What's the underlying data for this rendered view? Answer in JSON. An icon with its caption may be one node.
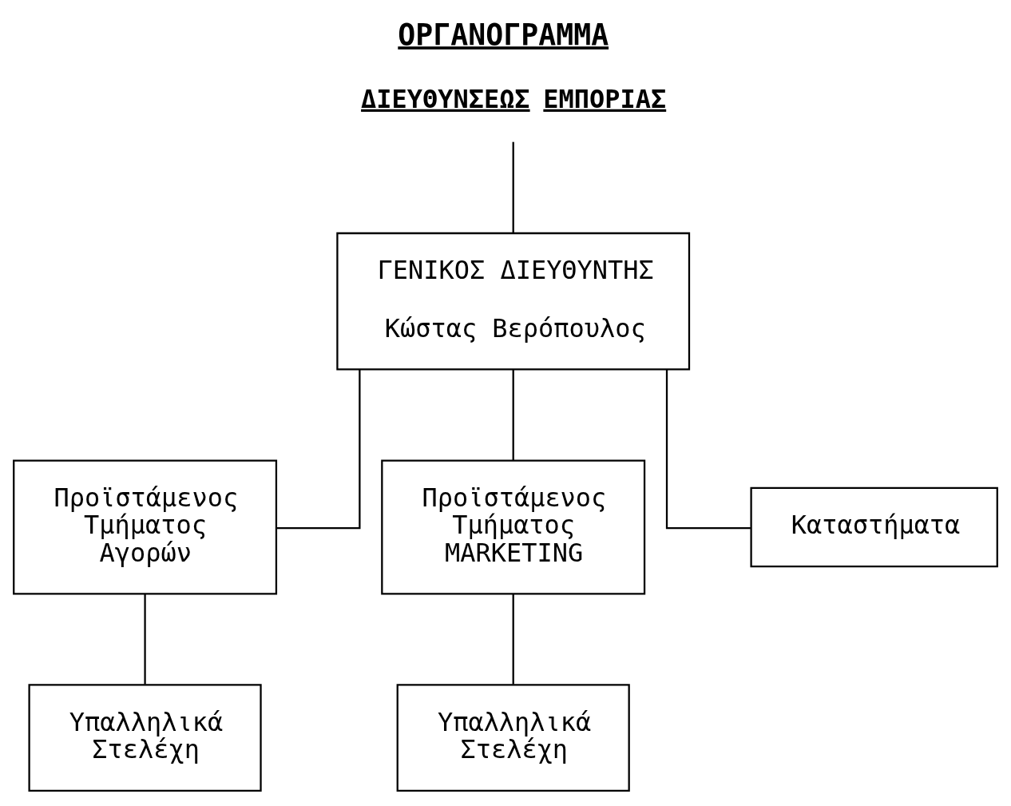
{
  "diagram": {
    "title": "ΟΡΓΑΝΟΓΡΑΜΜΑ",
    "nodes": [
      {
        "text": [
          "ΔΙΕΥΘΥΝΣΕΩΣ ΕΜΠΟΡΙΑΣ"
        ]
      },
      {
        "text": [
          "ΓΕΝΙΚΟΣ ΔΙΕΥΘΥΝΤΗΣ",
          "Κώστας Βερόπουλος"
        ]
      },
      {
        "text": [
          "Προϊστάμενος Τμήματος Αγορών"
        ]
      },
      {
        "text": [
          "Προϊστάμενος Τμήματος MARKETING"
        ]
      },
      {
        "text": [
          "Καταστήματα"
        ]
      },
      {
        "text": [
          "Υπαλληλικά Στελέχη"
        ]
      },
      {
        "text": [
          "Υπαλληλικά Στελέχη"
        ]
      }
    ],
    "edges": [
      {
        "from": 0,
        "to": 1,
        "arrow": "none"
      },
      {
        "from": 1,
        "to": 2,
        "arrow": "none"
      },
      {
        "from": 1,
        "to": 3,
        "arrow": "none"
      },
      {
        "from": 1,
        "to": 4,
        "arrow": "none"
      },
      {
        "from": 2,
        "to": 5,
        "arrow": "none"
      },
      {
        "from": 3,
        "to": 6,
        "arrow": "none"
      }
    ]
  }
}
